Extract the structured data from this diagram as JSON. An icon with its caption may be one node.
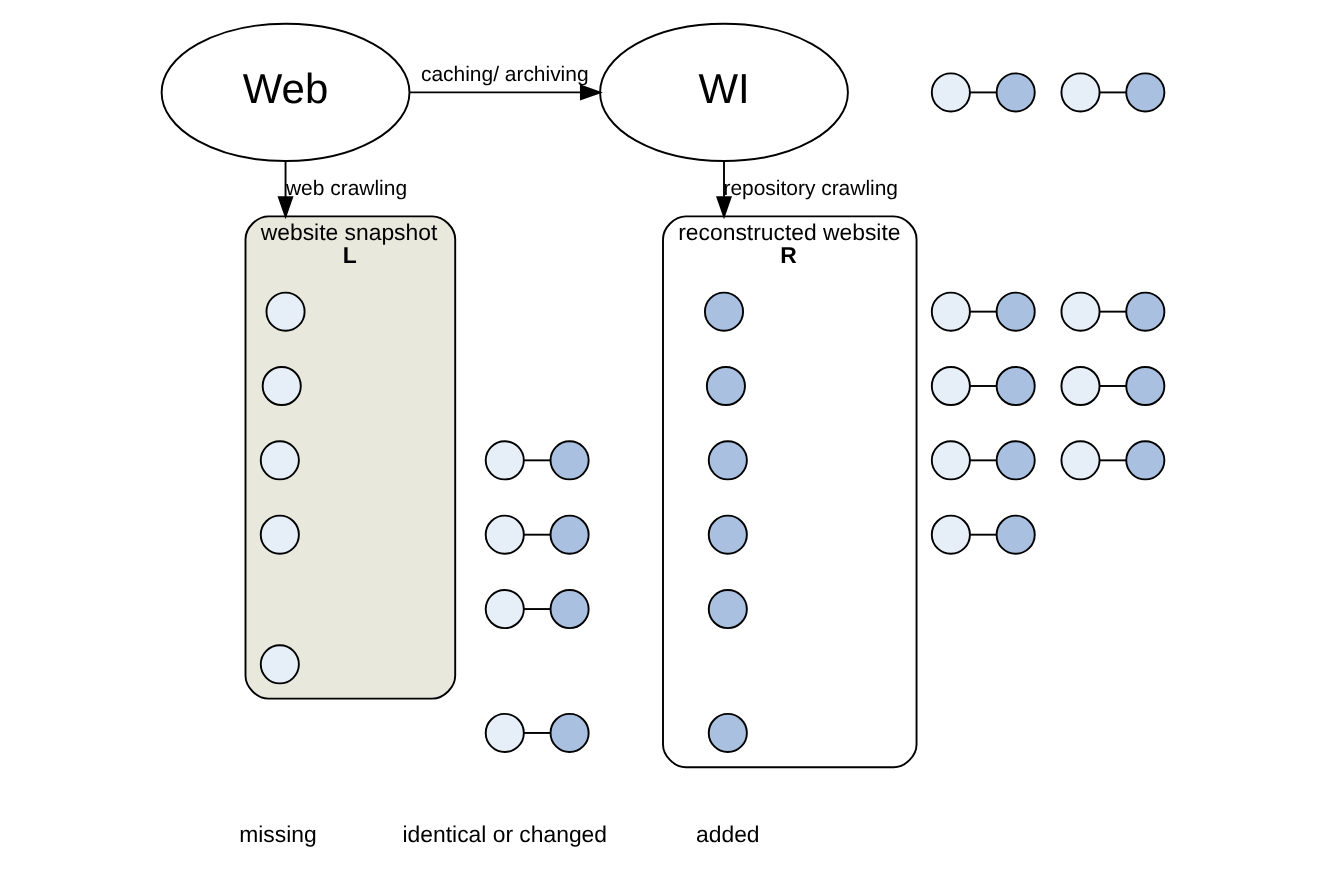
{
  "diagram": {
    "nodes": [
      {
        "text": [
          "Web"
        ]
      },
      {
        "text": [
          "WI"
        ]
      },
      {
        "text": [
          "website snapshot",
          "L"
        ]
      },
      {
        "text": [
          "reconstructed website",
          "R"
        ]
      },
      {
        "text": [],
        "shape": "circle",
        "in": 2
      },
      {
        "text": [],
        "shape": "circle",
        "in": 2
      },
      {
        "text": [],
        "shape": "circle",
        "in": 2
      },
      {
        "text": [],
        "shape": "circle",
        "in": 2
      },
      {
        "text": [],
        "shape": "circle",
        "in": 2
      },
      {
        "text": [],
        "shape": "circle"
      },
      {
        "text": [],
        "shape": "circle"
      },
      {
        "text": [],
        "shape": "circle"
      },
      {
        "text": [],
        "shape": "circle"
      },
      {
        "text": [],
        "shape": "circle"
      },
      {
        "text": [],
        "shape": "circle"
      },
      {
        "text": [],
        "shape": "circle"
      },
      {
        "text": [],
        "shape": "circle"
      },
      {
        "text": [],
        "shape": "circle"
      },
      {
        "text": [],
        "shape": "circle"
      },
      {
        "text": [],
        "shape": "circle"
      },
      {
        "text": [],
        "shape": "circle"
      },
      {
        "text": [],
        "shape": "circle"
      },
      {
        "text": [],
        "shape": "circle"
      },
      {
        "text": [],
        "shape": "circle"
      },
      {
        "text": [],
        "shape": "circle"
      },
      {
        "text": [],
        "shape": "circle"
      },
      {
        "text": [],
        "shape": "circle"
      },
      {
        "text": [],
        "shape": "circle"
      },
      {
        "text": [],
        "shape": "circle"
      },
      {
        "text": [],
        "shape": "circle"
      },
      {
        "text": [],
        "shape": "circle"
      },
      {
        "text": [],
        "shape": "circle"
      },
      {
        "text": [],
        "shape": "circle"
      },
      {
        "text": [],
        "shape": "circle"
      },
      {
        "text": [],
        "shape": "circle"
      },
      {
        "text": [],
        "shape": "circle",
        "in": 3
      },
      {
        "text": [],
        "shape": "circle",
        "in": 3
      },
      {
        "text": [],
        "shape": "circle",
        "in": 3
      },
      {
        "text": [],
        "shape": "circle",
        "in": 3
      },
      {
        "text": [],
        "shape": "circle",
        "in": 3
      },
      {
        "text": [],
        "shape": "circle",
        "in": 3
      }
    ],
    "edges": [
      {
        "from": 0,
        "to": 1,
        "arrow": "to",
        "label": "caching/ archiving"
      },
      {
        "from": 0,
        "to": 2,
        "arrow": "to",
        "label": "web crawling"
      },
      {
        "from": 1,
        "to": 3,
        "arrow": "to",
        "label": "repository crawling"
      },
      {
        "from": 9,
        "to": 10,
        "arrow": "none"
      },
      {
        "from": 11,
        "to": 12,
        "arrow": "none"
      },
      {
        "from": 13,
        "to": 14,
        "arrow": "none"
      },
      {
        "from": 15,
        "to": 16,
        "arrow": "none"
      },
      {
        "from": 17,
        "to": 18,
        "arrow": "none"
      },
      {
        "from": 19,
        "to": 20,
        "arrow": "none"
      },
      {
        "from": 21,
        "to": 22,
        "arrow": "none"
      },
      {
        "from": 23,
        "to": 24,
        "arrow": "none"
      },
      {
        "from": 25,
        "to": 26,
        "arrow": "none"
      },
      {
        "from": 27,
        "to": 28,
        "arrow": "none"
      },
      {
        "from": 29,
        "to": 30,
        "arrow": "none"
      },
      {
        "from": 31,
        "to": 32,
        "arrow": "none"
      },
      {
        "from": 33,
        "to": 34,
        "arrow": "none"
      }
    ],
    "labels": [
      "missing",
      "identical or changed",
      "added"
    ]
  }
}
